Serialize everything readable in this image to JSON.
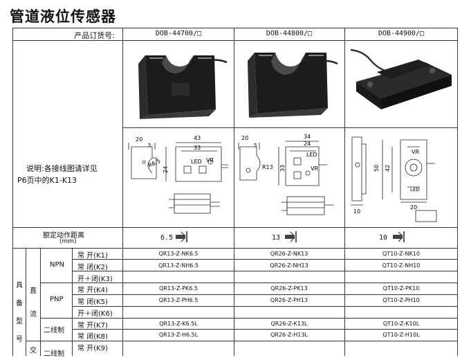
{
  "title": "管道液位传感器",
  "header": {
    "label": "产品订货号:",
    "models": [
      "DOB-44700/□",
      "DOB-44800/□",
      "DOB-44900/□"
    ]
  },
  "note": {
    "line1": "说明:各接线图请详见",
    "line2": "P6页中的K1-K13"
  },
  "drawings": {
    "m1": {
      "d1": "20",
      "d2": "5",
      "d3": "43",
      "d4": "33",
      "d5": "24",
      "r": "R6.5",
      "led": "LED",
      "vr": "VR"
    },
    "m2": {
      "d1": "20",
      "d2": "5",
      "d3": "34",
      "d4": "24",
      "d5": "33",
      "r": "R13",
      "led": "LED",
      "vr": "VR"
    },
    "m3": {
      "d1": "10",
      "d2": "20",
      "d3": "50",
      "d4": "42",
      "led": "LED",
      "vr": "VR"
    }
  },
  "distance": {
    "label": "额定动作距离",
    "unit": "(mm)",
    "values": [
      "6.5",
      "13",
      "10"
    ]
  },
  "side": {
    "group": "具备型号",
    "dc": "直流",
    "ac": "交"
  },
  "types": {
    "npn": "NPN",
    "pnp": "PNP",
    "two": "二线制",
    "two2": "二线制"
  },
  "rows": [
    {
      "mode": "常 开(K1)",
      "c1": "QR13-Z-NK6.5",
      "c2": "QR26-Z-NK13",
      "c3": "QT10-Z-NK10"
    },
    {
      "mode": "常 闭(K2)",
      "c1": "QR13-Z-NH6.5",
      "c2": "QR26-Z-NH13",
      "c3": "QT10-Z-NH10"
    },
    {
      "mode": "开＋闭(K3)",
      "c1": "",
      "c2": "",
      "c3": ""
    },
    {
      "mode": "常 开(K4)",
      "c1": "QR13-Z-PK6.5",
      "c2": "QR26-Z-PK13",
      "c3": "QT10-Z-PK10"
    },
    {
      "mode": "常 闭(K5)",
      "c1": "QR13-Z-PH6.5",
      "c2": "QR26-Z-PH13",
      "c3": "QT10-Z-PH10"
    },
    {
      "mode": "开＋闭(K6)",
      "c1": "",
      "c2": "",
      "c3": ""
    },
    {
      "mode": "常 开(K7)",
      "c1": "QR13-Z-K6.5L",
      "c2": "QR26-Z-K13L",
      "c3": "QT10-Z-K10L"
    },
    {
      "mode": "常 闭(K8)",
      "c1": "QR13-Z-H6.5L",
      "c2": "QR26-Z-H13L",
      "c3": "QT10-Z-H10L"
    },
    {
      "mode": "常 开(K9)",
      "c1": "",
      "c2": "",
      "c3": ""
    }
  ],
  "colors": {
    "bg": "#ffffff",
    "line": "#333333",
    "sensor": "#1c1c1c",
    "sensor_face": "#3a3a3a",
    "sensor_gloss": "#8a8a8a"
  }
}
